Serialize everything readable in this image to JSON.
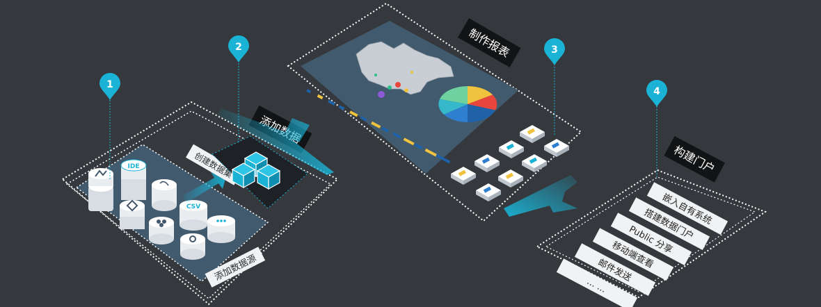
{
  "steps": [
    {
      "number": "1"
    },
    {
      "number": "2",
      "title": "添加数据"
    },
    {
      "number": "3",
      "title": "制作报表"
    },
    {
      "number": "4",
      "title": "构建门户"
    }
  ],
  "stage1": {
    "add_source_label": "添加数据源",
    "create_dataset_label": "创建数据集",
    "db_icons": [
      "flow-icon",
      "ide-icon",
      "mysql-icon",
      "diamond-icon",
      "csv-icon",
      "cluster-icon",
      "more-icon",
      "target-icon"
    ],
    "csv_text": "CSV",
    "ide_text": "IDE"
  },
  "stage4": {
    "items": [
      "嵌入自有系统",
      "搭建数据门户",
      "Public 分享",
      "移动端查看",
      "邮件发送",
      "... ..."
    ]
  },
  "colors": {
    "background": "#35383c",
    "accent_cyan": "#1ab3d6",
    "panel_dark": "#1e2226",
    "panel_blue": "#3e5366",
    "label_bg": "#f0f2f4"
  }
}
